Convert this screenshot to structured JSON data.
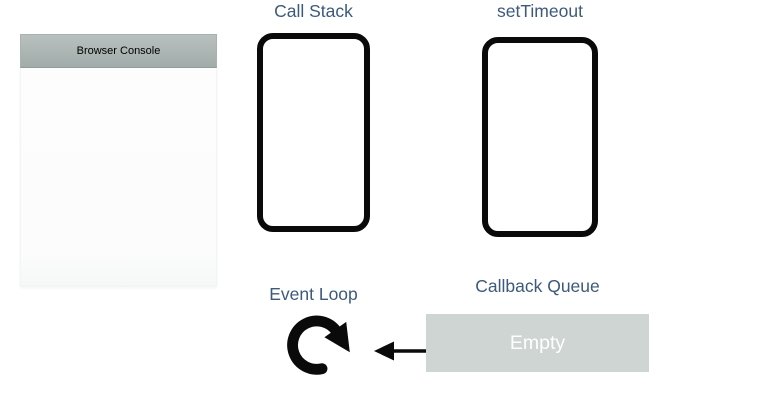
{
  "browser_console": {
    "title": "Browser Console",
    "content": ""
  },
  "call_stack": {
    "label": "Call Stack",
    "items": []
  },
  "set_timeout": {
    "label": "setTimeout",
    "items": []
  },
  "event_loop": {
    "label": "Event Loop",
    "icon": "clockwise-loop-icon"
  },
  "callback_queue": {
    "label": "Callback Queue",
    "status": "Empty"
  },
  "arrows": {
    "queue_to_loop": "left-arrow-icon"
  },
  "colors": {
    "heading_text": "#3d5a7a",
    "box_border": "#0a0a0a",
    "queue_box_bg": "#cfd5d3",
    "queue_box_text": "#ffffff",
    "console_header_top": "#b9c1bf",
    "console_header_bottom": "#a2acaa",
    "console_body_bg": "#fdfdfd",
    "background": "#ffffff",
    "icon_color": "#0a0a0a"
  }
}
